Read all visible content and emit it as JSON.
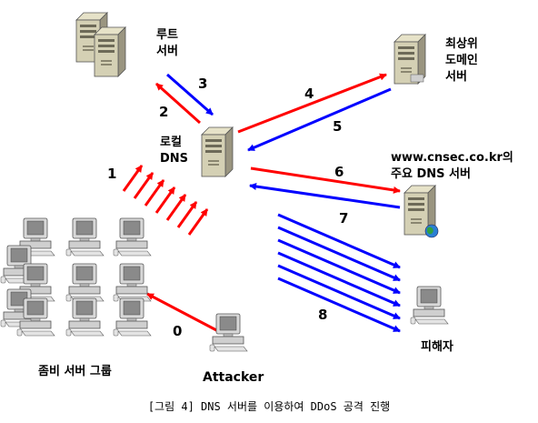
{
  "nodes": {
    "root_server": [
      "루트",
      "서버"
    ],
    "tld_server": [
      "최상위",
      "도메인",
      "서버"
    ],
    "local_dns": [
      "로컬",
      "DNS"
    ],
    "target_dns": [
      "www.cnsec.co.kr의",
      "주요 DNS 서버"
    ],
    "victim": "피해자",
    "zombie_group": "좀비 서버 그룹",
    "attacker": "Attacker"
  },
  "steps": [
    "0",
    "1",
    "2",
    "3",
    "4",
    "5",
    "6",
    "7",
    "8"
  ],
  "caption": "[그림 4] DNS 서버를 이용하여 DDoS 공격 진행",
  "colors": {
    "attack_red": "#ff0000",
    "reply_blue": "#0000ff"
  }
}
